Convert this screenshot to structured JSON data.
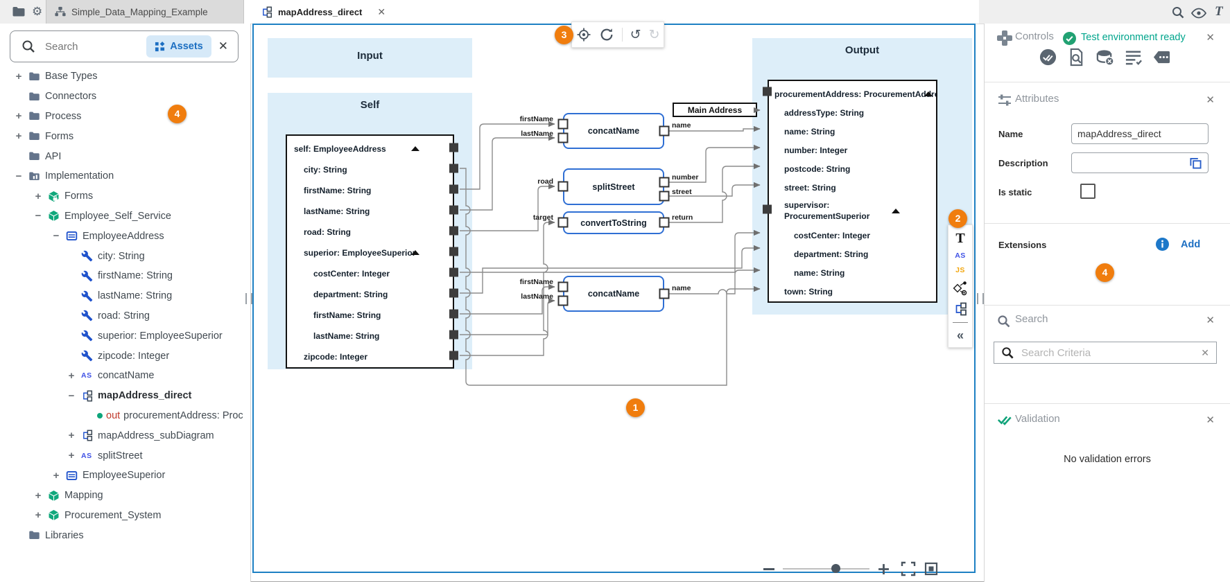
{
  "topbar": {
    "project_tab": "Simple_Data_Mapping_Example",
    "doc_tab": "mapAddress_direct"
  },
  "icons": {
    "gear": "⚙",
    "undo": "↺",
    "redo": "↻",
    "text_tool": "T",
    "as": "AS",
    "js": "JS",
    "collapse": "«",
    "italic_text": "T"
  },
  "sidebar": {
    "search_placeholder": "Search",
    "assets_label": "Assets",
    "out_prefix": "out",
    "tree": [
      "Base Types",
      "Connectors",
      "Process",
      "Forms",
      "API",
      "Implementation",
      "Forms",
      "Employee_Self_Service",
      "EmployeeAddress",
      "city: String",
      "firstName: String",
      "lastName: String",
      "road: String",
      "superior: EmployeeSuperior",
      "zipcode: Integer",
      "concatName",
      "mapAddress_direct",
      "procurementAddress: Proc",
      "mapAddress_subDiagram",
      "splitStreet",
      "EmployeeSuperior",
      "Mapping",
      "Procurement_System",
      "Libraries"
    ]
  },
  "canvas": {
    "input_title": "Input",
    "self_title": "Self",
    "output_title": "Output",
    "main_address_label": "Main Address",
    "self_rows": [
      "self: EmployeeAddress",
      "city: String",
      "firstName: String",
      "lastName: String",
      "road: String",
      "superior: EmployeeSuperior",
      "costCenter: Integer",
      "department: String",
      "firstName: String",
      "lastName: String",
      "zipcode: Integer"
    ],
    "output_rows": [
      "procurementAddress: ProcurementAddress",
      "addressType: String",
      "name: String",
      "number: Integer",
      "postcode: String",
      "street: String",
      "supervisor: ProcurementSuperior",
      "costCenter: Integer",
      "department: String",
      "name: String",
      "town: String"
    ],
    "nodes": [
      {
        "label": "concatName",
        "inputs": [
          "firstName",
          "lastName"
        ],
        "outputs": [
          "name"
        ]
      },
      {
        "label": "splitStreet",
        "inputs": [
          "road"
        ],
        "outputs": [
          "number",
          "street"
        ]
      },
      {
        "label": "convertToString",
        "inputs": [
          "target"
        ],
        "outputs": [
          "return"
        ]
      },
      {
        "label": "concatName",
        "inputs": [
          "firstName",
          "lastName"
        ],
        "outputs": [
          "name"
        ]
      }
    ]
  },
  "annotations": {
    "n1": "1",
    "n2": "2",
    "n3": "3",
    "n4": "4"
  },
  "right_panel": {
    "controls": {
      "title": "Controls",
      "status": "Test environment ready"
    },
    "attributes": {
      "title": "Attributes",
      "name_label": "Name",
      "name_value": "mapAddress_direct",
      "description_label": "Description",
      "is_static_label": "Is static",
      "extensions_label": "Extensions",
      "add_label": "Add"
    },
    "search": {
      "title": "Search",
      "placeholder": "Search Criteria"
    },
    "validation": {
      "title": "Validation",
      "message": "No validation errors"
    }
  }
}
